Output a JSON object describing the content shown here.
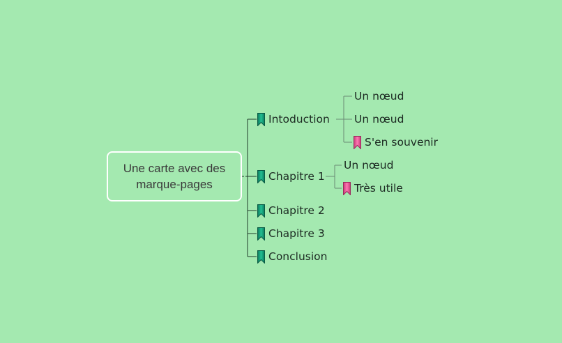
{
  "central_topic": {
    "line1": "Une carte avec des",
    "line2": "marque-pages"
  },
  "topics": {
    "intro": {
      "label": "Intoduction",
      "bookmark": "green"
    },
    "intro_child1": {
      "label": "Un nœud"
    },
    "intro_child2": {
      "label": "Un nœud"
    },
    "intro_child3": {
      "label": "S'en souvenir",
      "bookmark": "pink"
    },
    "ch1": {
      "label": "Chapitre 1",
      "bookmark": "green"
    },
    "ch1_child1": {
      "label": "Un nœud"
    },
    "ch1_child2": {
      "label": "Très utile",
      "bookmark": "pink"
    },
    "ch2": {
      "label": "Chapitre 2",
      "bookmark": "green"
    },
    "ch3": {
      "label": "Chapitre 3",
      "bookmark": "green"
    },
    "conclusion": {
      "label": "Conclusion",
      "bookmark": "green"
    }
  },
  "colors": {
    "background": "#a4e9b0",
    "bookmark_green": "#14a07a",
    "bookmark_pink": "#ee5e9e",
    "connector": "#1f3a2a",
    "sub_connector": "#6a8a74"
  }
}
